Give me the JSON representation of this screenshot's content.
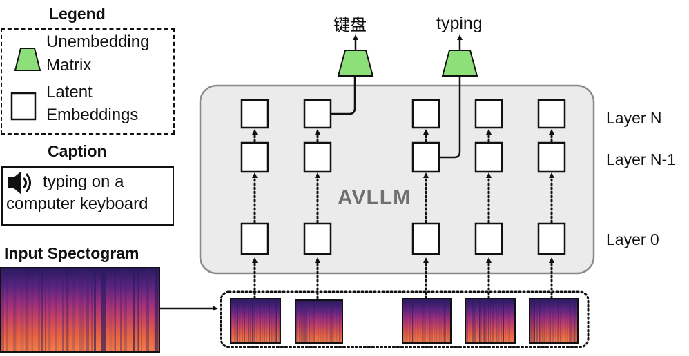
{
  "legend": {
    "title": "Legend",
    "unembedding_line1": "Unembedding",
    "unembedding_line2": "Matrix",
    "latent_line1": "Latent",
    "latent_line2": "Embeddings"
  },
  "caption": {
    "title": "Caption",
    "line1": "typing on a",
    "line2": "computer keyboard"
  },
  "input": {
    "title": "Input Spectogram"
  },
  "model": {
    "name": "AVLLM"
  },
  "layers": {
    "top": "Layer N",
    "mid": "Layer N-1",
    "bottom": "Layer 0"
  },
  "outputs": {
    "left": "键盘",
    "right": "typing"
  },
  "colors": {
    "unembedding_fill": "#8ddf7a",
    "model_bg": "#ebebeb",
    "model_border": "#8a8a8a",
    "model_text": "#6f6f6f",
    "spec_dark": "#2a1a5e",
    "spec_mid": "#9c2f7c",
    "spec_bright": "#f07d4a"
  }
}
